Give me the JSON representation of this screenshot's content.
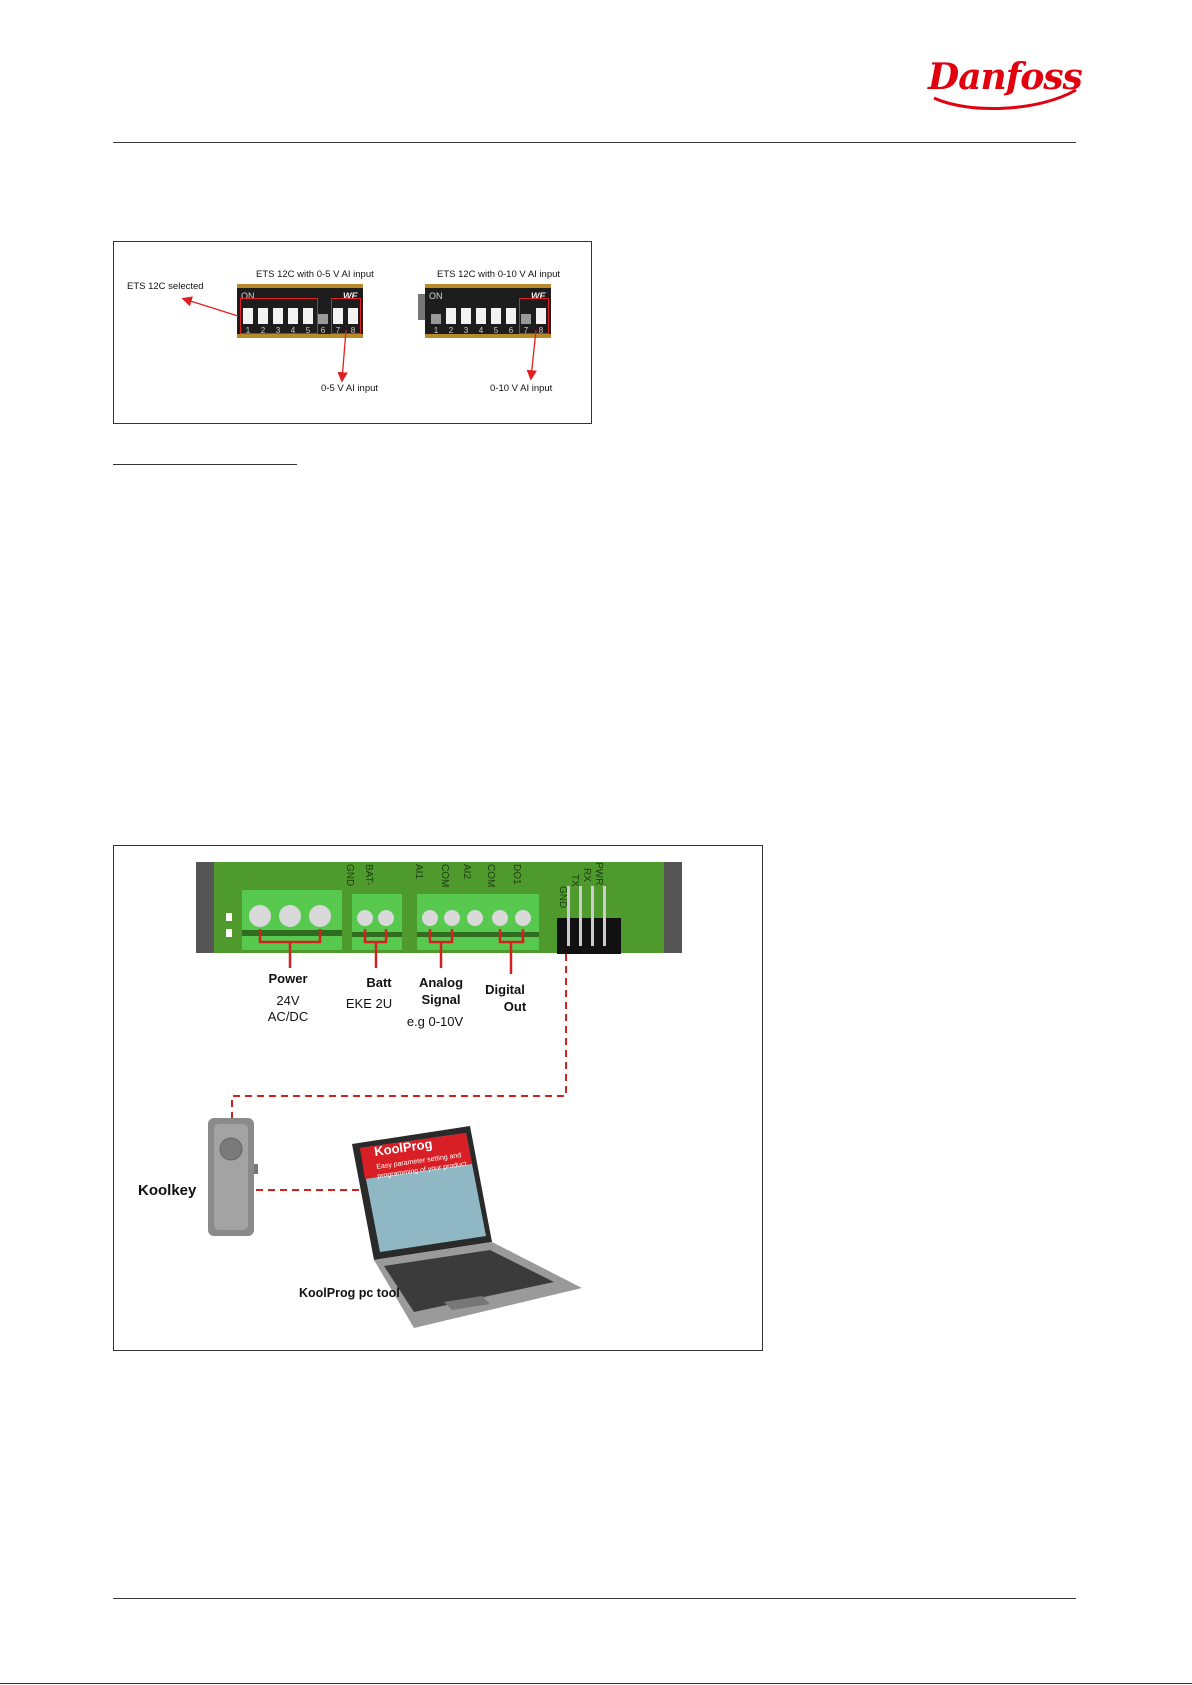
{
  "header": {
    "logo_text": "Danfoss",
    "brand_color": "#e2000f"
  },
  "figure1": {
    "label_left_title": "ETS 12C with 0-5 V AI input",
    "label_right_title": "ETS 12C with 0-10 V AI input",
    "label_selected": "ETS 12C selected",
    "label_left_input": "0-5 V AI input",
    "label_right_input": "0-10 V AI input",
    "dip_on": "ON",
    "dip_we": "WE",
    "switch_numbers": [
      "1",
      "2",
      "3",
      "4",
      "5",
      "6",
      "7",
      "8"
    ]
  },
  "figure2": {
    "pcb_labels": [
      "GND",
      "BAT-",
      "AI1",
      "COM",
      "AI2",
      "COM",
      "DO1",
      "GND",
      "TX",
      "RX",
      "PWR"
    ],
    "power_label": "Power",
    "power_sub1": "24V",
    "power_sub2": "AC/DC",
    "batt_label": "Batt",
    "batt_sub": "EKE 2U",
    "analog_label1": "Analog",
    "analog_label2": "Signal",
    "analog_sub": "e.g 0-10V",
    "digital_label1": "Digital",
    "digital_label2": "Out",
    "koolkey_label": "Koolkey",
    "koolprog_label": "KoolProg pc tool",
    "screen_title": "KoolProg",
    "screen_line1": "Easy parameter setting and",
    "screen_line2": "programming of your product",
    "board_color": "#4f9a2c",
    "terminal_color": "#57c94e",
    "accent_red": "#d42020"
  }
}
